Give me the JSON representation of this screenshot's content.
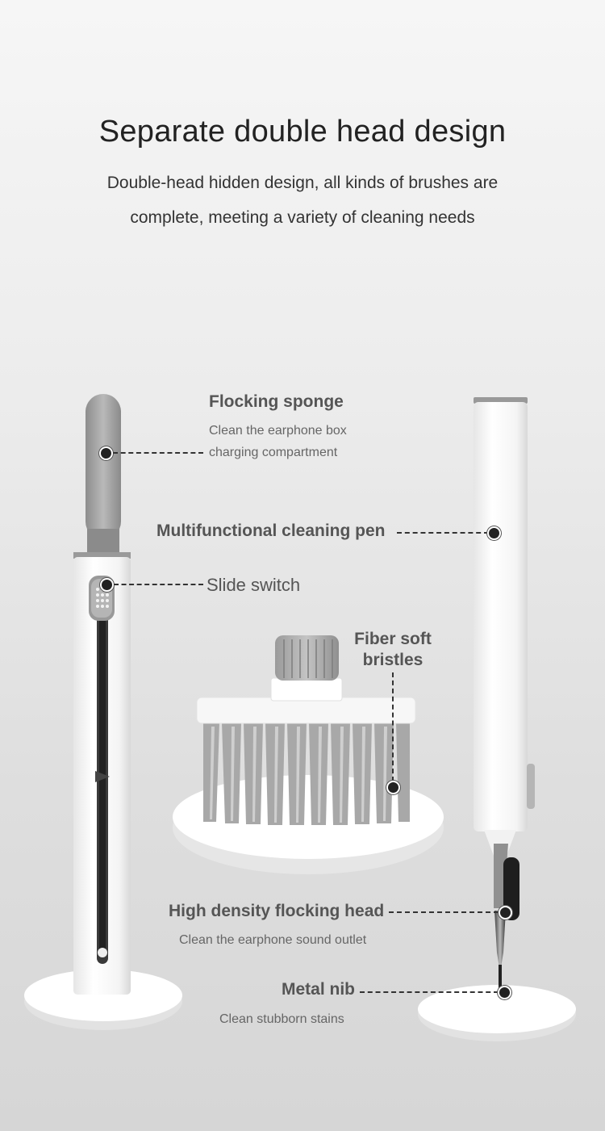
{
  "header": {
    "title": "Separate double head design",
    "subtitle_line1": "Double-head hidden design, all kinds of brushes are",
    "subtitle_line2": "complete, meeting a variety of cleaning needs"
  },
  "callouts": {
    "flocking_sponge": {
      "title": "Flocking sponge",
      "desc_line1": "Clean the earphone box",
      "desc_line2": "charging compartment"
    },
    "cleaning_pen": {
      "title": "Multifunctional cleaning pen"
    },
    "slide_switch": {
      "title": "Slide switch"
    },
    "fiber_bristles": {
      "title_line1": "Fiber soft",
      "title_line2": "bristles"
    },
    "flocking_head": {
      "title": "High density flocking head",
      "desc": "Clean the earphone sound outlet"
    },
    "metal_nib": {
      "title": "Metal nib",
      "desc": "Clean stubborn stains"
    }
  },
  "colors": {
    "pen_body": "#fafafa",
    "accent_gray": "#8c8c8c",
    "bristle_gray": "#a9a9a9",
    "dark": "#2a2a2a"
  }
}
